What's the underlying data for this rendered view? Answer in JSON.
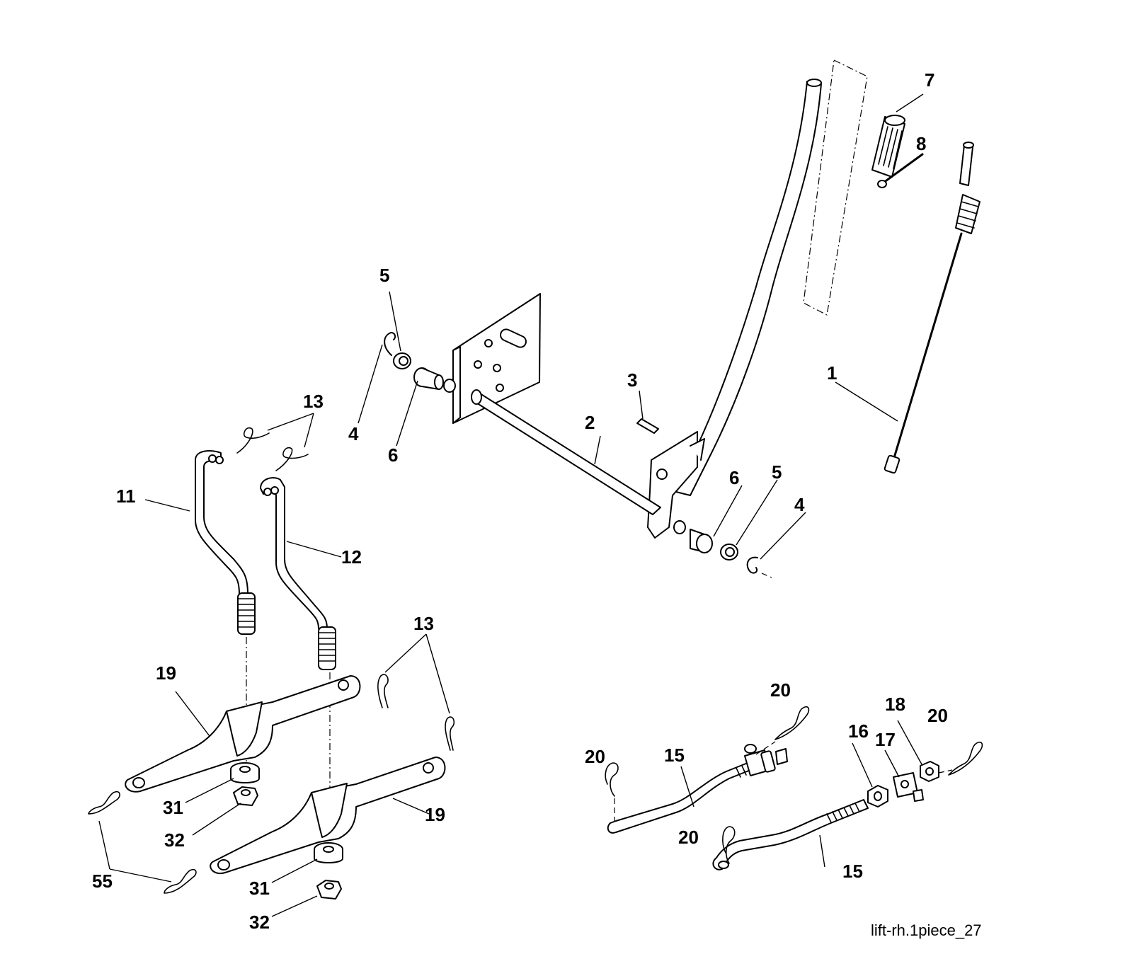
{
  "caption": "lift-rh.1piece_27",
  "callouts": {
    "c1": "1",
    "c2": "2",
    "c3": "3",
    "c4a": "4",
    "c4b": "4",
    "c5a": "5",
    "c5b": "5",
    "c6a": "6",
    "c6b": "6",
    "c7": "7",
    "c8": "8",
    "c11": "11",
    "c12": "12",
    "c13a": "13",
    "c13b": "13",
    "c15a": "15",
    "c15b": "15",
    "c16": "16",
    "c17": "17",
    "c18": "18",
    "c19a": "19",
    "c19b": "19",
    "c20a": "20",
    "c20b": "20",
    "c20c": "20",
    "c20d": "20",
    "c31a": "31",
    "c31b": "31",
    "c32a": "32",
    "c32b": "32",
    "c55": "55"
  }
}
